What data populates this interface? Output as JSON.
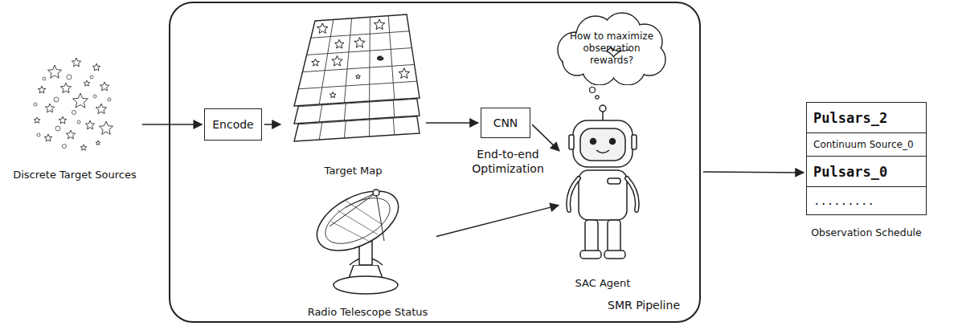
{
  "diagram": {
    "nodes": [
      {
        "text": [
          "SMR Pipeline"
        ]
      },
      {
        "text": [
          "Discrete Target Sources"
        ]
      },
      {
        "text": [
          "Encode"
        ],
        "in": 0
      },
      {
        "text": [
          "Target Map"
        ],
        "in": 0
      },
      {
        "text": [
          "CNN"
        ],
        "in": 0
      },
      {
        "text": [
          "How to maximize observation rewards?"
        ],
        "in": 0
      },
      {
        "text": [
          "SAC Agent"
        ],
        "in": 0
      },
      {
        "text": [
          "Radio Telescope Status"
        ],
        "in": 0
      },
      {
        "text": [
          "Pulsars_2",
          "Continuum Source_0",
          "Pulsars_0",
          ".........",
          "Observation Schedule"
        ]
      }
    ],
    "edges": [
      {
        "from": 1,
        "to": 2,
        "arrow": "to"
      },
      {
        "from": 2,
        "to": 3,
        "arrow": "to"
      },
      {
        "from": 3,
        "to": 4,
        "arrow": "to"
      },
      {
        "from": 4,
        "to": 6,
        "arrow": "to"
      },
      {
        "from": 7,
        "to": 6,
        "arrow": "to"
      },
      {
        "from": 0,
        "to": 8,
        "arrow": "to"
      }
    ],
    "labels": [
      "End-to-end Optimization"
    ]
  }
}
